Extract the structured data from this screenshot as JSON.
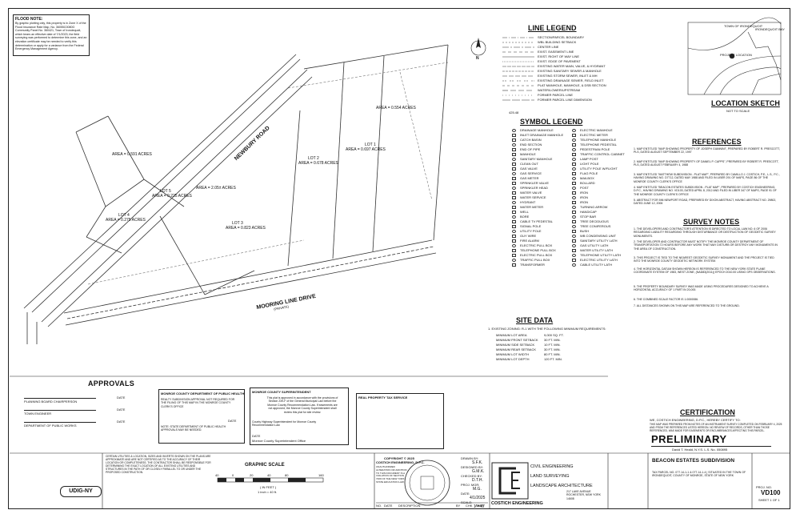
{
  "flood_note": {
    "title": "FLOOD NOTE:",
    "text": "By graphic plotting only, this property is in Zone X of the Flood Insurance Rate Map, No. 36055C0080G Community Panel No. 360421, Town of Irondequoit, which bears an effective date of 7/1/2023; the field surveying was performed to determine this zone, and an elevation certificate may be needed to verify this determination or apply for a variance from the Federal Emergency Management Agency."
  },
  "line_legend": {
    "title": "LINE LEGEND",
    "items": [
      "SECTION/PARCEL BOUNDARY",
      "WBL BUILDING SETBACK",
      "CENTER LINE",
      "EXIST. EASEMENT LINE",
      "EXIST. RIGHT OF WAY LINE",
      "EXIST. EDGE OF PAVEMENT",
      "EXISTING WATER MAIN, VALVE, & HYDRANT",
      "EXISTING SANITARY SEWER & MANHOLE",
      "EXISTING STORM SEWER, INLET & MH",
      "EXISTING DRAINAGE SEWER, FIELD INLET",
      "PLAT MANHOLE, MANHOLE, & DSB SECTION",
      "WATER/LOWER/UPSTREAM",
      "FORMER PARCEL LINE",
      "FORMER PARCEL LINE DIMENSION"
    ],
    "contour_label": "425.48"
  },
  "symbol_legend": {
    "title": "SYMBOL LEGEND",
    "left": [
      "DRAINAGE MANHOLE",
      "INLET DRAINAGE MANHOLE",
      "CATCH BASIN",
      "END SECTION",
      "END OF PIPE",
      "MANHOLE",
      "SANITARY MANHOLE",
      "CLEAN OUT",
      "GAS VALVE",
      "GAS SERVICE",
      "GAS METER",
      "SPRINKLER VALVE",
      "SPRINKLER HEAD",
      "WATER VALVE",
      "WATER SERVICE",
      "HYDRANT",
      "WATER METER",
      "WELL",
      "BORE",
      "CABLE TV PEDESTAL",
      "SIGNAL POLE",
      "UTILITY POLE",
      "GUY WIRE",
      "FIRE ALARM",
      "ELECTRIC PULL BOX",
      "TELEPHONE PULL BOX",
      "ELECTRIC PULL BOX",
      "TRAFFIC PULL BOX",
      "TRANSFORMER"
    ],
    "right": [
      "ELECTRIC MANHOLE",
      "ELECTRIC METER",
      "TELEPHONE MANHOLE",
      "TELEPHONE PEDESTAL",
      "PEDESTRIAN POLE",
      "TRAFFIC CONTROL CABINET",
      "LAMP POST",
      "LIGHT POLE",
      "UTILITY POLE W/FLIGHT",
      "FLAG POLE",
      "MAILBOX",
      "BOLLARD",
      "POST",
      "IRON",
      "IRON",
      "IRON",
      "TURNING ARROW",
      "HANDICAP",
      "STOP BAR",
      "TREE DECIDUOUS",
      "TREE CONIFEROUS",
      "BUSH",
      "WB CONDENSING UNIT",
      "SANITARY UTILITY LATH",
      "GAS UTILITY LATH",
      "WATER UTILITY LATH",
      "TELEPHONE UTILITY LATH",
      "ELECTRIC UTILITY LATH",
      "CABLE UTILITY LATH"
    ]
  },
  "plan": {
    "road_name": "NEWBURY ROAD",
    "road2_name": "MOORING LINE DRIVE",
    "road2_sub": "(PRIVATE)",
    "lots": [
      {
        "name": "LOT 1",
        "area": "AREA = 0.697 ACRES"
      },
      {
        "name": "LOT 2",
        "area": "AREA = 0.678 ACRES"
      },
      {
        "name": "LOT 3",
        "area": "AREA = 0.823 ACRES"
      },
      {
        "name": "LOT 4",
        "area": "AREA = 0.275 ACRES"
      },
      {
        "name": "LOT 5",
        "area": "AREA = 0.225 ACRES"
      }
    ],
    "area_notes": [
      "AREA = 0.591 ACRES",
      "AREA = 2.05± ACRES",
      "AREA = 0.554 ACRES"
    ],
    "north_label": "N"
  },
  "location_sketch": {
    "title": "LOCATION SKETCH",
    "subtitle": "NOT TO SCALE",
    "labels": [
      "TOWN OF IRONDEQUOIT",
      "PROJECT LOCATION",
      "IRONDEQUOIT BAY"
    ]
  },
  "references": {
    "title": "REFERENCES",
    "items": [
      "1.  MAP ENTITLED \"MAP SHOWING PROPERTY OF JOSEPH GIANNINI\", PREPARED BY ROBERT R. PRESCOTT, PLS, DATED AUGUST SEPTEMBER 22, 1997",
      "2.  MAP ENTITLED \"MAP SHOWING PROPERTY OF DANIEL P. CAPPS\", PREPARED BY ROBERT R. PRESCOTT, PLS, DATED AUGUST FEBRUARY 4, 1988",
      "3.  MAP ENTITLED \"MATTHEW SUBDIVISION - PLAT MAP\", PREPARED BY CAMILLO J. COSTICH, P.E., L.S., P.C., HAVING DRAWING NO. D7712, DATED MAY 1988 AND FILED IN LIBER 291 OF MAPS, PAGE 86 OF THE MONROE COUNTY CLERK'S OFFICE",
      "4.  MAP ENTITLED \"BEACON ESTATES SUBDIVISION - PLAT MAP\", PREPARED BY COSTICH ENGINEERING, D.P.C., HAVING DRAWING NO. VD103, DATED APRIL 8, 2012 AND FILED IN LIBER 347 OF MAPS, PAGE 91 OF THE MONROE COUNTY CLERK'S OFFICE",
      "5.  ABSTRACT FOR 596 NEWPORT ROAD, PREPARED BY DIXON ABSTRACT, HAVING ABSTRACT NO. 29802, DATED JUNE 12, 2006"
    ]
  },
  "survey_notes": {
    "title": "SURVEY NOTES",
    "items": [
      "1.  THE DEVELOPERS AND CONTRACTOR'S ATTENTION IS DIRECTED TO LOCAL LAW NO. 6 OF 2006 REGARDING LIABILITY REGARDING THROUGH DISTURBANCE OR DESTRUCTION OF GEODETIC SURVEY MONUMENTS.",
      "2.  THE DEVELOPER AND CONTRACTOR MUST NOTIFY THE MONROE COUNTY DEPARTMENT OF TRANSPORTATION 72 HOURS BEFORE ANY WORK THAT MAY DISTURB OR DESTROY ANY MONUMENTS IN THE AREA OF CONSTRUCTION.",
      "3.  THIS PROJECT IS TIED TO THE NEAREST GEODETIC SURVEY MONUMENT AND THE PROJECT IS TIED INTO THE MONROE COUNTY GEODETIC NETWORK SYSTEM.",
      "4.  THE HORIZONTAL DATUM SHOWN HEREON IS REFERENCED TO THE NEW YORK STATE PLANE COORDINATE SYSTEM OF 1983, WEST ZONE, (NAD83(2011)) EPOCH 2010.00 USING GPS OBSERVATIONS.",
      "5.  THE PROPERTY BOUNDARY SURVEY WAS MADE USING PROCEDURES DESIGNED TO ACHIEVE A HORIZONTAL ACCURACY OF 1 PART IN 20,000.",
      "6.  THE COMBINED SCALE FACTOR IS 1.0000086.",
      "7.  ALL DISTANCES SHOWN ON THIS MAP ARE REFERENCED TO THE GROUND."
    ]
  },
  "site_data": {
    "title": "SITE DATA",
    "intro": "1.  EXISTING ZONING: R-1 WITH THE FOLLOWING MINIMUM REQUIREMENTS:",
    "rows": [
      {
        "label": "MINIMUM LOT AREA",
        "value": "9,000 SQ. FT."
      },
      {
        "label": "MINIMUM FRONT SETBACK",
        "value": "30 FT. MIN."
      },
      {
        "label": "MINIMUM SIDE SETBACK",
        "value": "10 FT. MIN."
      },
      {
        "label": "MINIMUM REAR SETBACK",
        "value": "30 FT. MIN."
      },
      {
        "label": "MINIMUM LOT WIDTH",
        "value": "80 FT. MIN."
      },
      {
        "label": "MINIMUM LOT DEPTH",
        "value": "120 FT. MIN."
      }
    ]
  },
  "certification": {
    "title": "CERTIFICATION",
    "text": "WE, COSTICH ENGINEERING, D.P.C., HEREBY CERTIFY TO:",
    "note": "THIS MAP WAS PREPARED FROM NOTES OF AN INSTRUMENT SURVEY COMPLETED ON FEBRUARY 4, 2025 AND FROM THE REFERENCES LISTED HEREON. NO REVIEW OF RECORDS, OTHER THAN THOSE REFERENCED, WAS MADE FOR EASEMENTS OR ENCUMBRANCES AFFECTING THIS PARCEL."
  },
  "preliminary": "PRELIMINARY",
  "surveyor_line": "David T. Heald, N.Y.S. L.S. No. 050895",
  "approvals": {
    "title": "APPROVALS",
    "lines": [
      "PLANNING BOARD CHAIRPERSON",
      "TOWN ENGINEER",
      "DEPARTMENT OF PUBLIC WORKS"
    ],
    "date_label": "DATE"
  },
  "health_box": {
    "title": "MONROE COUNTY DEPARTMENT OF PUBLIC HEALTH",
    "text": "REALTY SUBDIVISION APPROVAL NOT REQUIRED FOR THE FILING OF THIS MAP IN THE MONROE COUNTY CLERK'S OFFICE",
    "note": "NOTE: STATE DEPARTMENT OF PUBLIC HEALTH APPROVALS MAY BE NEEDED.",
    "date_label": "DATE"
  },
  "clerk_box": {
    "title": "MONROE COUNTY SUPERINTENDENT",
    "text": "This plat is approved in accordance with the provisions of Section 239-F of the General Municipal Law before the Monroe County Recommendation Law. If easements are not approved, the Monroe County Superintendent shall review this plat for site review.",
    "sign1": "County Highway Superintendent for Monroe County Recommendation Law",
    "sign2": "Monroe County Superintendent Office",
    "date_label": "DATE"
  },
  "tax_box": {
    "title": "REAL PROPERTY TAX SERVICE"
  },
  "disclaimer": "CERTAIN UTILITIES & LOCATION, SIZES AND INVERTS SHOWN ON THE PLANS ARE APPROXIMATE AND ARE NOT CERTIFIED AS TO THE ACCURACY OF THEIR LOCATION OR COMPLETENESS. THE CONTRACTOR SHALL BE RESPONSIBLE FOR DETERMINING THE EXACT LOCATION OF ALL EXISTING UTILITIES AND STRUCTURES IN THE PATH OF OR CLOSELY PARALLEL TO OR UNDER THE PROPOSED CONSTRUCTION.",
  "udig_logo": "UDIG-NY",
  "graphic_scale": {
    "title": "GRAPHIC SCALE",
    "unit": "( IN FEET )",
    "ratio": "1 inch = 40 ft.",
    "ticks": [
      "40",
      "0",
      "20",
      "40",
      "80",
      "160"
    ]
  },
  "copyright": {
    "title": "COPYRIGHT © 2025",
    "firm": "COSTICH ENGINEERING, D.P.C.",
    "text": "UNAUTHORIZED ALTERATION OR ADDITION TO THIS DOCUMENT IS A VIOLATION OF SECTION 7209 OF THE NEW YORK STATE EDUCATION LAW."
  },
  "title_block": {
    "drawn_label": "DRAWN BY:",
    "drawn": "S.F.K.",
    "designed_label": "DESIGNED BY:",
    "designed": "G.M.K.",
    "checked_label": "CHECKED BY:",
    "checked": "D.T.H.",
    "proj_label": "PROJ. MGR:",
    "proj": "M.G.",
    "date_label": "DATE:",
    "date": "4/1/2025",
    "scale_label": "SCALE:",
    "scale": "1\"=40'",
    "services": [
      "CIVIL ENGINEERING",
      "LAND SURVEYING",
      "LANDSCAPE ARCHITECTURE"
    ],
    "firm_name": "COSTICH ENGINEERING",
    "firm_address": "217 LAKE AVENUE ROCHESTER, NEW YORK 14608",
    "project": "BEACON ESTATES SUBDIVISION",
    "location_text": "TAX PARCEL NO. 077.14-1-1 & 077.14-1-4 | SITUATED IN THE TOWN OF IRONDEQUOIT, COUNTY OF MONROE, STATE OF NEW YORK",
    "project_no_label": "PROJ. NO.",
    "project_no": "VD100",
    "sheet": "SHEET 1 OF 1",
    "revision_cols": [
      "NO.",
      "DATE",
      "DESCRIPTION",
      "BY",
      "CHK",
      "APPR"
    ]
  }
}
